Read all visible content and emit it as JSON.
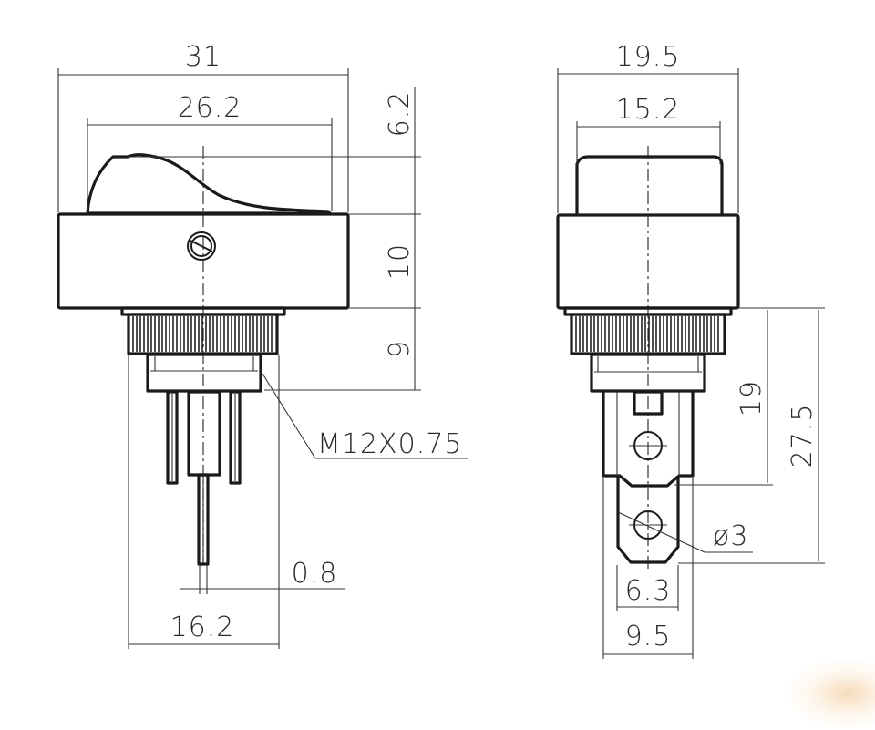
{
  "drawing": {
    "subject": "Rocker switch dimensional drawing",
    "line_color": "#1a1a1a",
    "background": "#ffffff",
    "front_view": {
      "dimensions": {
        "overall_width": "31",
        "rocker_width": "26.2",
        "rocker_height": "6.2",
        "housing_height": "10",
        "thread_height": "9",
        "thread_spec": "M12X0.75",
        "pin_thickness": "0.8",
        "terminal_span": "16.2"
      }
    },
    "side_view": {
      "dimensions": {
        "overall_width": "19.5",
        "rocker_width": "15.2",
        "terminal_length": "19",
        "overall_below_housing": "27.5",
        "hole_diameter": "ø3",
        "tab_width": "6.3",
        "terminal_span": "9.5"
      }
    }
  }
}
